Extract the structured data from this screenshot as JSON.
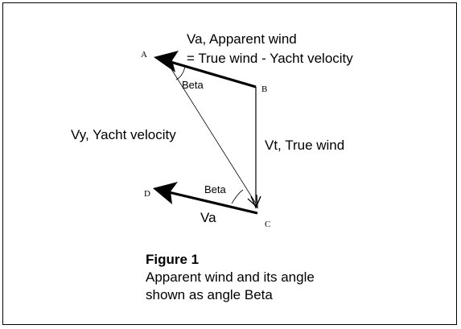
{
  "points": {
    "a": "A",
    "b": "B",
    "c": "C",
    "d": "D"
  },
  "labels": {
    "va_line1": "Va, Apparent wind",
    "va_line2": "= True wind - Yacht velocity",
    "vy": "Vy, Yacht velocity",
    "vt": "Vt, True wind",
    "va_lower": "Va",
    "beta_upper": "Beta",
    "beta_lower": "Beta"
  },
  "caption": {
    "title": "Figure 1",
    "line1": "Apparent wind and its angle",
    "line2": "shown as angle Beta"
  }
}
